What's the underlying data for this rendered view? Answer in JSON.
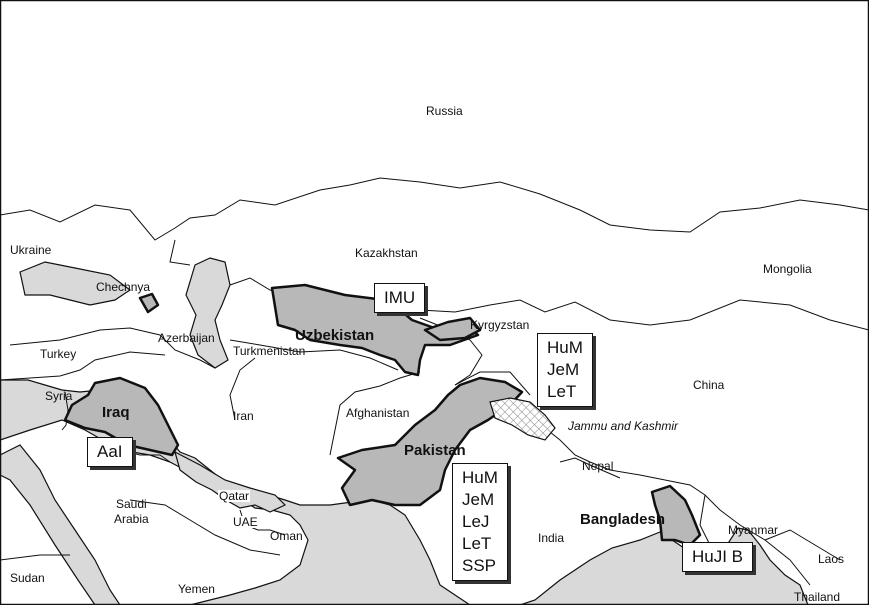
{
  "map": {
    "countries": {
      "russia": "Russia",
      "ukraine": "Ukraine",
      "kazakhstan": "Kazakhstan",
      "mongolia": "Mongolia",
      "chechnya": "Chechnya",
      "uzbekistan": "Uzbekistan",
      "kyrgyzstan": "Kyrgyzstan",
      "azerbaijan": "Azerbaijan",
      "turkmenistan": "Turkmenistan",
      "turkey": "Turkey",
      "syria": "Syria",
      "iraq": "Iraq",
      "iran": "Iran",
      "afghanistan": "Afghanistan",
      "china": "China",
      "jammu_kashmir": "Jammu and Kashmir",
      "pakistan": "Pakistan",
      "nepal": "Nepal",
      "qatar": "Qatar",
      "saudi_arabia_1": "Saudi",
      "saudi_arabia_2": "Arabia",
      "uae": "UAE",
      "oman": "Oman",
      "bangladesh": "Bangladesh",
      "myanmar": "Myanmar",
      "india": "India",
      "laos": "Laos",
      "sudan": "Sudan",
      "yemen": "Yemen",
      "thailand": "Thailand"
    },
    "groups": {
      "imu": [
        "IMU"
      ],
      "aai": [
        "AaI"
      ],
      "kashmir": [
        "HuM",
        "JeM",
        "LeT"
      ],
      "pakistan": [
        "HuM",
        "JeM",
        "LeJ",
        "LeT",
        "SSP"
      ],
      "bangladesh": [
        "HuJI B"
      ]
    },
    "colors": {
      "highlight": "#b8b8b8",
      "sea": "#d9d9d9",
      "land": "#ffffff",
      "border": "#111111"
    }
  }
}
